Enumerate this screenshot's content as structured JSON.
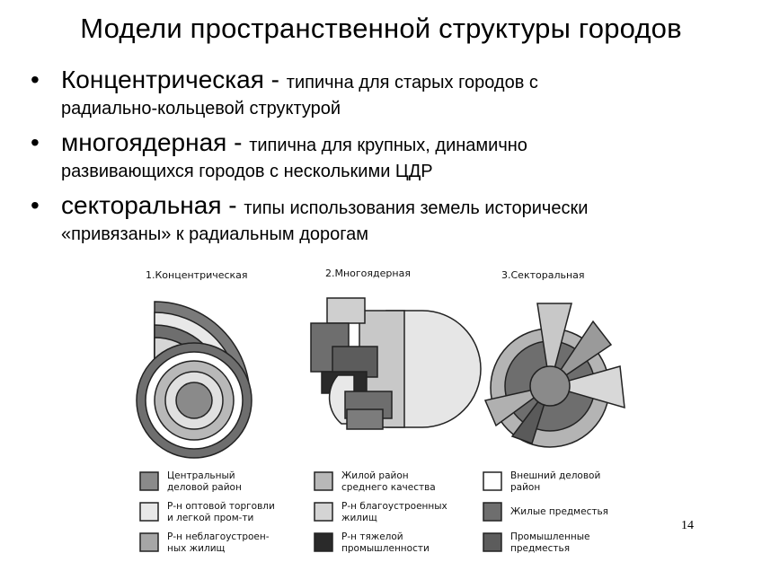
{
  "slide": {
    "title": "Модели пространственной структуры городов",
    "page_number": "14"
  },
  "bullets": [
    {
      "term": "Концентрическая",
      "dash": " - ",
      "desc": "типична для старых городов с",
      "cont": "радиально-кольцевой структурой"
    },
    {
      "term": "многоядерная",
      "dash": " - ",
      "desc": "типична для крупных, динамично",
      "cont": "развивающихся городов с несколькими ЦДР"
    },
    {
      "term": "секторальная",
      "dash": " - ",
      "desc": "типы использования земель исторически",
      "cont": "«привязаны» к радиальным дорогам"
    }
  ],
  "figure": {
    "captions": [
      "1.Концентрическая",
      "2.Многоядерная",
      "3.Секторальная"
    ],
    "legend": [
      {
        "line1": "Центральный",
        "line2": "деловой район",
        "color": "#8a8a8a"
      },
      {
        "line1": "Жилой район",
        "line2": "среднего качества",
        "color": "#b8b8b8"
      },
      {
        "line1": "Внешний деловой",
        "line2": "район",
        "color": "#ffffff"
      },
      {
        "line1": "Р-н оптовой торговли",
        "line2": "и легкой пром-ти",
        "color": "#e8e8e8"
      },
      {
        "line1": "Р-н благоустроенных",
        "line2": "жилищ",
        "color": "#d4d4d4"
      },
      {
        "line1": "Жилые предместья",
        "line2": "",
        "color": "#6e6e6e"
      },
      {
        "line1": "Р-н неблагоустроен-",
        "line2": "ных жилищ",
        "color": "#a6a6a6"
      },
      {
        "line1": "Р-н тяжелой",
        "line2": "промышленности",
        "color": "#2a2a2a"
      },
      {
        "line1": "Промышленные",
        "line2": "предместья",
        "color": "#5c5c5c"
      }
    ]
  }
}
